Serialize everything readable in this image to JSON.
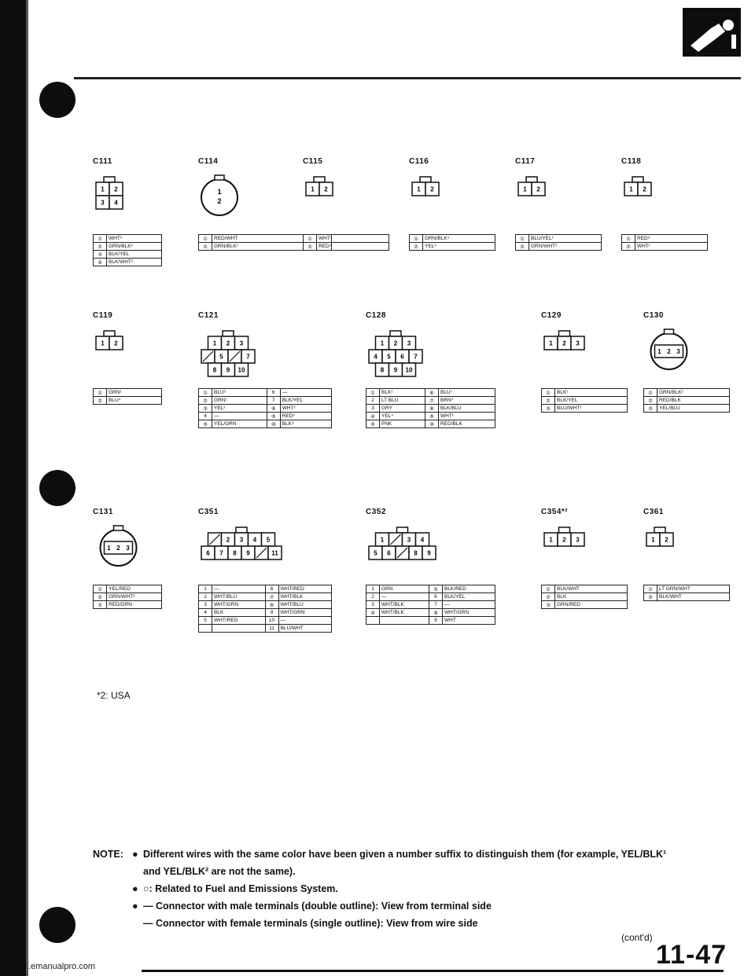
{
  "connectors": [
    {
      "id": "c111",
      "label": "C111",
      "type": "sq2x2",
      "rows": [
        [
          "1",
          "2"
        ],
        [
          "3",
          "4"
        ]
      ],
      "pins": [
        [
          "①",
          "WHT³"
        ],
        [
          "②",
          "GRN/BLK³"
        ],
        [
          "③",
          "BLK/YEL"
        ],
        [
          "④",
          "BLK/WHT²"
        ]
      ]
    },
    {
      "id": "c114",
      "label": "C114",
      "type": "round",
      "rows": [
        [
          "1",
          "2"
        ]
      ],
      "pins": [
        [
          "①",
          "RED/WHT"
        ],
        [
          "②",
          "GRN/BLK²"
        ]
      ]
    },
    {
      "id": "c115",
      "label": "C115",
      "type": "sq1x2",
      "rows": [
        [
          "1",
          "2"
        ]
      ],
      "pins": [
        [
          "①",
          "WHT⁴"
        ],
        [
          "②",
          "RED⁴"
        ]
      ]
    },
    {
      "id": "c116",
      "label": "C116",
      "type": "sq1x2",
      "rows": [
        [
          "1",
          "2"
        ]
      ],
      "pins": [
        [
          "①",
          "GRN/BLK⁴"
        ],
        [
          "②",
          "YEL³"
        ]
      ]
    },
    {
      "id": "c117",
      "label": "C117",
      "type": "sq1x2",
      "rows": [
        [
          "1",
          "2"
        ]
      ],
      "pins": [
        [
          "①",
          "BLU/YEL¹"
        ],
        [
          "②",
          "GRN/WHT³"
        ]
      ]
    },
    {
      "id": "c118",
      "label": "C118",
      "type": "sq1x2",
      "rows": [
        [
          "1",
          "2"
        ]
      ],
      "pins": [
        [
          "①",
          "RED³"
        ],
        [
          "②",
          "WHT¹"
        ]
      ]
    },
    {
      "id": "c119",
      "label": "C119",
      "type": "sq1x2",
      "rows": [
        [
          "1",
          "2"
        ]
      ],
      "pins": [
        [
          "①",
          "GRN¹"
        ],
        [
          "②",
          "BLU⁴"
        ]
      ]
    },
    {
      "id": "c121",
      "label": "C121",
      "type": "grid",
      "rows": [
        [
          "1",
          "2",
          "3"
        ],
        [
          "/",
          "5",
          "/",
          "7"
        ],
        [
          "8",
          "9",
          "10"
        ]
      ],
      "pins": [
        [
          "①",
          "BLU³",
          "6",
          "—"
        ],
        [
          "②",
          "GRN¹",
          "7",
          "BLK/YEL"
        ],
        [
          "③",
          "YEL²",
          "⑧",
          "WHT²"
        ],
        [
          "4",
          "—",
          "⑨",
          "RED³"
        ],
        [
          "⑤",
          "YEL/GRN",
          "⑩",
          "BLK³"
        ]
      ]
    },
    {
      "id": "c128",
      "label": "C128",
      "type": "grid",
      "rows": [
        [
          "1",
          "2",
          "3"
        ],
        [
          "4",
          "5",
          "6",
          "7"
        ],
        [
          "8",
          "9",
          "10"
        ]
      ],
      "pins": [
        [
          "①",
          "BLK¹",
          "⑥",
          "BLU⁷"
        ],
        [
          "2",
          "LT BLU",
          "⑦",
          "BRN³"
        ],
        [
          "3",
          "GRY",
          "⑧",
          "BLK/BLU"
        ],
        [
          "④",
          "YEL⁴",
          "⑨",
          "WHT¹"
        ],
        [
          "⑤",
          "PNK",
          "⑩",
          "RED/BLK"
        ]
      ]
    },
    {
      "id": "c129",
      "label": "C129",
      "type": "sq1x3",
      "rows": [
        [
          "1",
          "2",
          "3"
        ]
      ],
      "pins": [
        [
          "①",
          "BLK¹"
        ],
        [
          "②",
          "BLK/YEL"
        ],
        [
          "③",
          "BLU/WHT²"
        ]
      ]
    },
    {
      "id": "c130",
      "label": "C130",
      "type": "round3",
      "rows": [
        [
          "1",
          "2",
          "3"
        ]
      ],
      "pins": [
        [
          "①",
          "GRN/BLK²"
        ],
        [
          "②",
          "RED/BLK"
        ],
        [
          "③",
          "YEL/BLU"
        ]
      ]
    },
    {
      "id": "c131",
      "label": "C131",
      "type": "round3",
      "rows": [
        [
          "1",
          "2",
          "3"
        ]
      ],
      "pins": [
        [
          "①",
          "YEL/RED"
        ],
        [
          "②",
          "GRN/WHT³"
        ],
        [
          "③",
          "RED/GRN"
        ]
      ]
    },
    {
      "id": "c351",
      "label": "C351",
      "type": "wide",
      "rows": [
        [
          "/",
          "2",
          "3",
          "4",
          "5"
        ],
        [
          "6",
          "7",
          "8",
          "9",
          "/",
          "11"
        ]
      ],
      "pins": [
        [
          "1",
          "—",
          "6",
          "WHT/RED"
        ],
        [
          "2",
          "WHT/BLU",
          "⑦",
          "WHT/BLK"
        ],
        [
          "3",
          "WHT/GRN",
          "⑧",
          "WHT/BLU"
        ],
        [
          "4",
          "BLK",
          "9",
          "WHT/GRN"
        ],
        [
          "5",
          "WHT/RED",
          "10",
          "—"
        ],
        [
          "",
          "",
          "11",
          "BLU/WHT"
        ]
      ]
    },
    {
      "id": "c352",
      "label": "C352",
      "type": "wide",
      "rows": [
        [
          "1",
          "/",
          "3",
          "4"
        ],
        [
          "5",
          "6",
          "/",
          "8",
          "9"
        ]
      ],
      "pins": [
        [
          "1",
          "GRN",
          "⑤",
          "BLK/RED"
        ],
        [
          "2",
          "—",
          "6",
          "BLK/YEL"
        ],
        [
          "3",
          "WHT/BLK",
          "7",
          "—"
        ],
        [
          "④",
          "WHT/BLK",
          "⑧",
          "WHT/GRN"
        ],
        [
          "",
          "",
          "9",
          "WHT"
        ]
      ]
    },
    {
      "id": "c354",
      "label": "C354*²",
      "type": "sq1x3",
      "rows": [
        [
          "1",
          "2",
          "3"
        ]
      ],
      "pins": [
        [
          "①",
          "BLK/WHT"
        ],
        [
          "②",
          "BLK"
        ],
        [
          "③",
          "GRN/RED"
        ]
      ]
    },
    {
      "id": "c361",
      "label": "C361",
      "type": "sq1x2",
      "rows": [
        [
          "1",
          "2"
        ]
      ],
      "pins": [
        [
          "①",
          "LT GRN/WHT"
        ],
        [
          "②",
          "BLK/WHT"
        ]
      ]
    }
  ],
  "footnote": "*2: USA",
  "note": {
    "label": "NOTE:",
    "bullets": [
      "Different wires with the same color have been given a number suffix to distinguish them (for example, YEL/BLK¹",
      "and YEL/BLK² are not the same).",
      "○: Related to Fuel and Emissions System.",
      "— Connector with male terminals (double outline): View from terminal side",
      "— Connector with female terminals (single outline): View from wire side"
    ]
  },
  "contd": "(cont'd)",
  "page_number": "11-47",
  "site": ".emanualpro.com"
}
